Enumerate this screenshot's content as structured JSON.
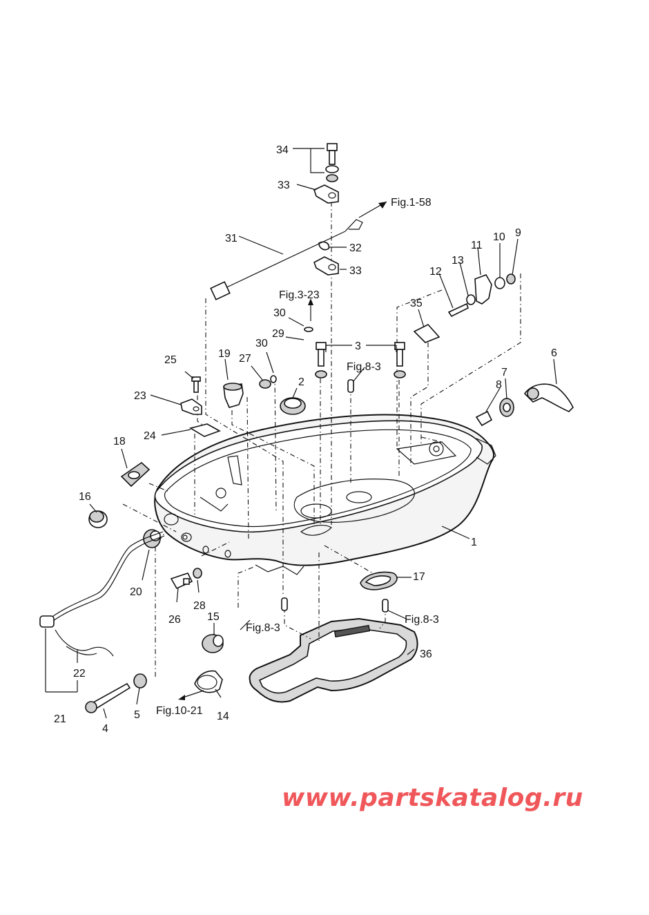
{
  "labels": {
    "n1": "1",
    "n2": "2",
    "n3": "3",
    "n4": "4",
    "n5": "5",
    "n6": "6",
    "n7": "7",
    "n8": "8",
    "n9": "9",
    "n10": "10",
    "n11": "11",
    "n12": "12",
    "n13": "13",
    "n14": "14",
    "n15": "15",
    "n16": "16",
    "n17": "17",
    "n18": "18",
    "n19": "19",
    "n20": "20",
    "n21": "21",
    "n22": "22",
    "n23": "23",
    "n24": "24",
    "n25": "25",
    "n26": "26",
    "n27": "27",
    "n28": "28",
    "n29": "29",
    "n30a": "30",
    "n30b": "30",
    "n31": "31",
    "n32": "32",
    "n33a": "33",
    "n33b": "33",
    "n34": "34",
    "n35": "35",
    "n36": "36"
  },
  "refs": {
    "fig_1_58": "Fig.1-58",
    "fig_3_23": "Fig.3-23",
    "fig_8_3_top": "Fig.8-3",
    "fig_8_3_left": "Fig.8-3",
    "fig_8_3_right": "Fig.8-3",
    "fig_10_21": "Fig.10-21"
  },
  "watermark": "www.partskatalog.ru",
  "colors": {
    "line": "#111111",
    "watermark": "#f0575a",
    "background": "#ffffff"
  }
}
